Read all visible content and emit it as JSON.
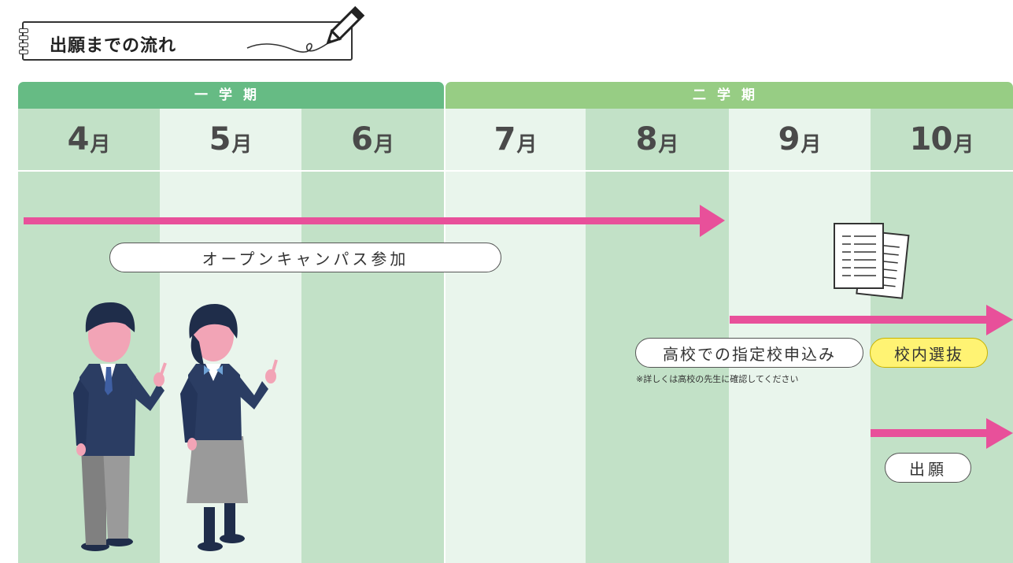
{
  "title": "出願までの流れ",
  "terms": [
    {
      "label": "一学期"
    },
    {
      "label": "二学期"
    }
  ],
  "months": [
    {
      "num": "4",
      "suffix": "月"
    },
    {
      "num": "5",
      "suffix": "月"
    },
    {
      "num": "6",
      "suffix": "月"
    },
    {
      "num": "7",
      "suffix": "月"
    },
    {
      "num": "8",
      "suffix": "月"
    },
    {
      "num": "9",
      "suffix": "月"
    },
    {
      "num": "10",
      "suffix": "月"
    }
  ],
  "events": {
    "open_campus": "オープンキャンパス参加",
    "designated_school": "高校での指定校申込み",
    "school_selection": "校内選抜",
    "note": "※詳しくは高校の先生に確認してください",
    "application": "出願"
  },
  "colors": {
    "term1": "#66bb84",
    "term2": "#97cd84",
    "arrow": "#e8509a",
    "highlight": "#fff373"
  }
}
